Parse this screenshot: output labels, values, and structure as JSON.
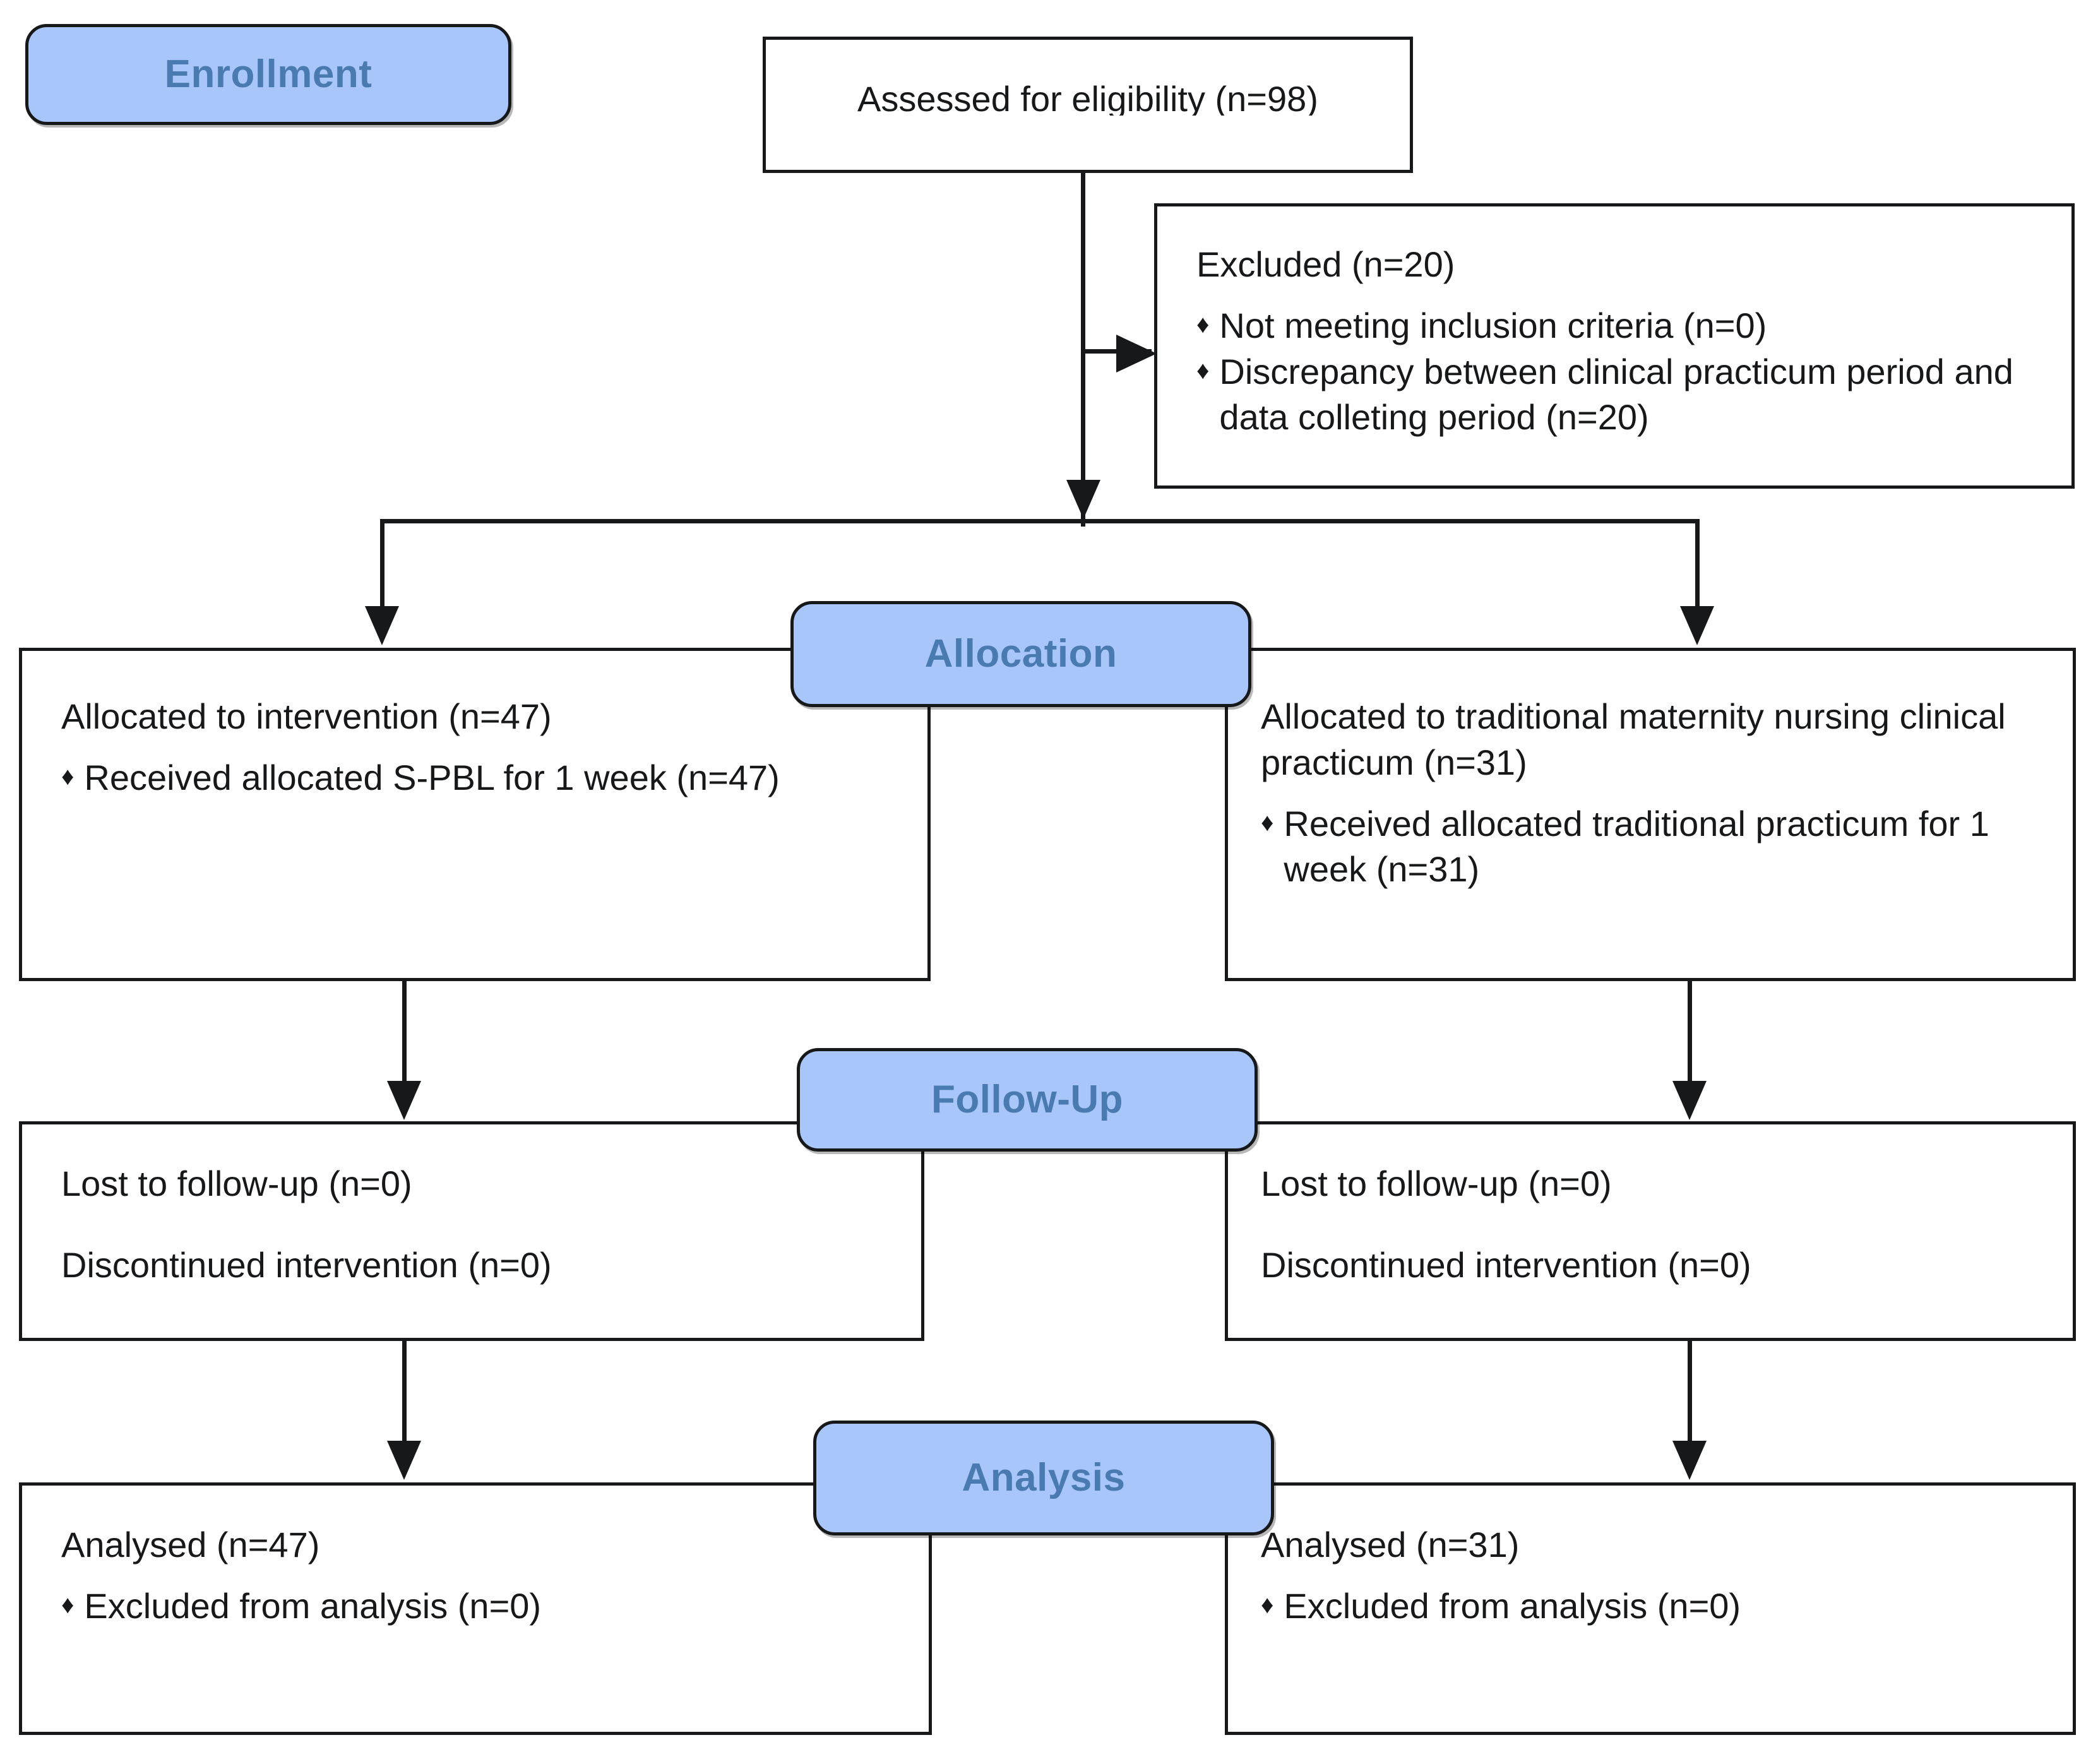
{
  "diagram": {
    "title": "CONSORT flow diagram",
    "accent_badge_fill": "#a9c6fb",
    "accent_badge_text": "#4a7bb0",
    "line_color": "#17181a",
    "bullet_glyph": "♦"
  },
  "stages": {
    "enrollment": "Enrollment",
    "allocation": "Allocation",
    "followup": "Follow-Up",
    "analysis": "Analysis"
  },
  "enrollment": {
    "assessed": "Assessed for eligibility (n=98)",
    "excluded": {
      "heading": "Excluded  (n=20)",
      "items": [
        "Not meeting inclusion criteria (n=0)",
        "Discrepancy between clinical practicum period and data colleting period (n=20)"
      ]
    }
  },
  "allocation": {
    "left": {
      "heading": "Allocated to intervention (n=47)",
      "items": [
        "Received allocated S-PBL for 1 week (n=47)"
      ]
    },
    "right": {
      "heading": "Allocated to traditional maternity nursing clinical practicum (n=31)",
      "items": [
        "Received allocated traditional practicum for 1 week (n=31)"
      ]
    }
  },
  "followup": {
    "left": {
      "lines": [
        "Lost to follow-up (n=0)",
        "Discontinued intervention (n=0)"
      ]
    },
    "right": {
      "lines": [
        "Lost to follow-up (n=0)",
        "Discontinued intervention (n=0)"
      ]
    }
  },
  "analysis": {
    "left": {
      "heading": "Analysed  (n=47)",
      "items": [
        "Excluded from analysis (n=0)"
      ]
    },
    "right": {
      "heading": "Analysed  (n=31)",
      "items": [
        "Excluded from analysis (n=0)"
      ]
    }
  }
}
